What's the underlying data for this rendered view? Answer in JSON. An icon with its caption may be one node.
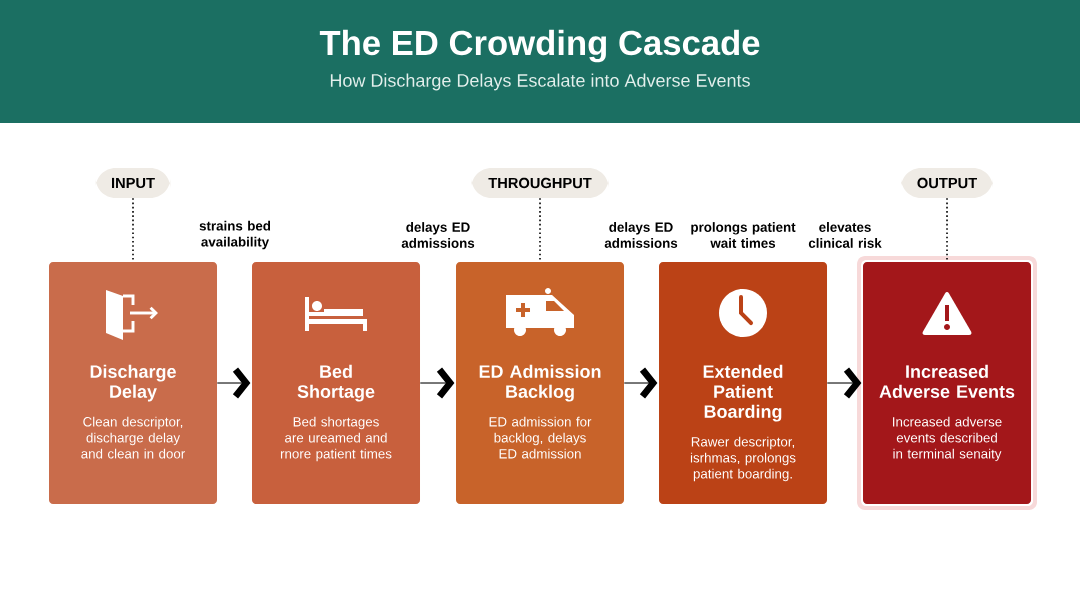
{
  "diagram": {
    "title": "The ED Crowding Cascade",
    "nodes": [
      {
        "text": [
          "INPUT"
        ]
      },
      {
        "text": [
          "THROUGHPUT"
        ]
      },
      {
        "text": [
          "OUTPUT"
        ]
      },
      {
        "text": [
          "Discharge Delay",
          "Clean descriptor, discharge delay and clean in door"
        ]
      },
      {
        "text": [
          "Bed Shortage",
          "Bed shortages are ureamed and rnore patient times"
        ]
      },
      {
        "text": [
          "ED Admission Backlog",
          "ED admission for backlog, delays ED admission"
        ]
      },
      {
        "text": [
          "Extended Patient Boarding",
          "Rawer descriptor, isrhmas, prolongs patient boarding."
        ]
      },
      {
        "text": [
          "Increased Adverse Events",
          "Increased adverse events described in terminal senaity"
        ]
      }
    ],
    "edges": [
      {
        "from": 0,
        "to": 3,
        "arrow": "none",
        "style": "dashed"
      },
      {
        "from": 1,
        "to": 5,
        "arrow": "none",
        "style": "dashed"
      },
      {
        "from": 2,
        "to": 7,
        "arrow": "none",
        "style": "dashed"
      },
      {
        "from": 3,
        "to": 4,
        "arrow": "to"
      },
      {
        "from": 4,
        "to": 5,
        "arrow": "to"
      },
      {
        "from": 5,
        "to": 6,
        "arrow": "to"
      },
      {
        "from": 6,
        "to": 7,
        "arrow": "to"
      }
    ],
    "labels": [
      "How Discharge Delays Escalate into Adverse Events",
      "strains bed availability",
      "delays ED admissions",
      "delays ED admissions",
      "prolongs patient wait times",
      "elevates clinical risk"
    ]
  }
}
